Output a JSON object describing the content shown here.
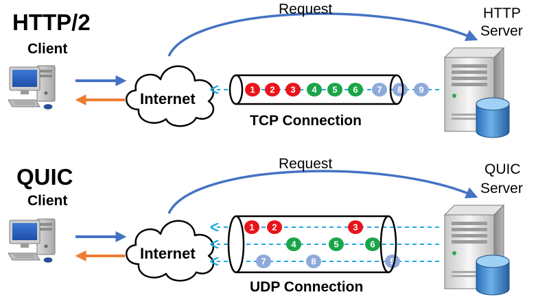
{
  "top": {
    "protocol": "HTTP/2",
    "client": "Client",
    "request": "Request",
    "server_line1": "HTTP",
    "server_line2": "Server",
    "internet": "Internet",
    "connection": "TCP Connection",
    "packets": [
      "1",
      "2",
      "3",
      "4",
      "5",
      "6",
      "7",
      "8",
      "9"
    ]
  },
  "bottom": {
    "protocol": "QUIC",
    "client": "Client",
    "request": "Request",
    "server_line1": "QUIC",
    "server_line2": "Server",
    "internet": "Internet",
    "connection": "UDP Connection",
    "stream1": [
      "1",
      "2",
      "3"
    ],
    "stream2": [
      "4",
      "5",
      "6"
    ],
    "stream3": [
      "7",
      "8",
      "9"
    ]
  },
  "colors": {
    "request_arrow": "#4472c4",
    "upload_arrow": "#4472c4",
    "download_arrow": "#ed7d31",
    "stream_dash": "#1fa7e0",
    "packet_red": "#e8141b",
    "packet_green": "#1aa548",
    "packet_blue": "#8eaadb"
  }
}
